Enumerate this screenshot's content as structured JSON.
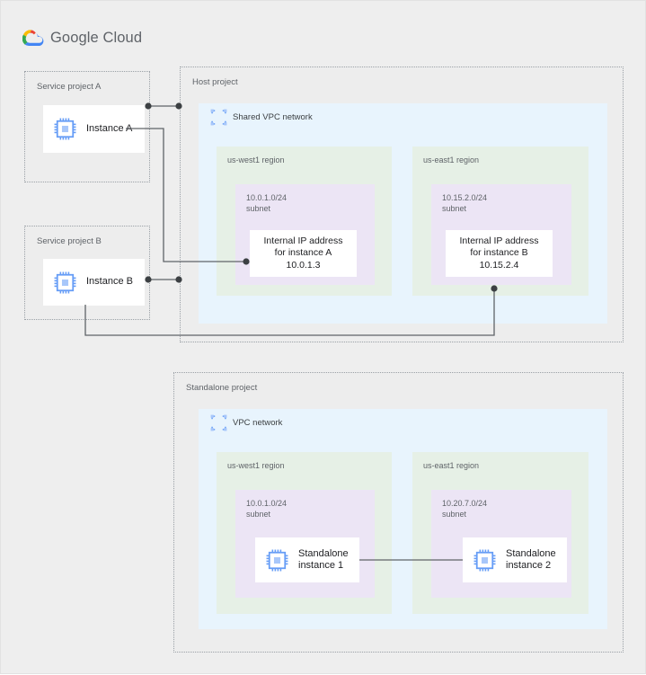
{
  "header": {
    "logo_icon": "google-cloud-logo",
    "brand_google": "Google",
    "brand_cloud": "Cloud"
  },
  "colors": {
    "page_background": "#eeeeee",
    "project_background": "#ededed",
    "project_border": "#9aa0a6",
    "vpc_background": "#e8f4fd",
    "region_background": "#e6f0e6",
    "subnet_background": "#ece5f5",
    "card_background": "#ffffff",
    "connector": "#5f6368",
    "icon_blue": "#669df6",
    "text_primary": "#202124",
    "text_secondary": "#5f6368"
  },
  "projects": {
    "service_a": {
      "label": "Service project A",
      "instance": {
        "name": "Instance A",
        "icon": "cpu-chip-icon"
      }
    },
    "service_b": {
      "label": "Service project B",
      "instance": {
        "name": "Instance B",
        "icon": "cpu-chip-icon"
      }
    },
    "host": {
      "label": "Host project",
      "network": {
        "label": "Shared VPC network",
        "icon": "vpc-network-icon",
        "regions": [
          {
            "label": "us-west1 region",
            "subnet": {
              "cidr": "10.0.1.0/24",
              "kind": "subnet",
              "label": "10.0.1.0/24\nsubnet",
              "card": "Internal IP address\nfor instance A\n10.0.1.3"
            }
          },
          {
            "label": "us-east1 region",
            "subnet": {
              "cidr": "10.15.2.0/24",
              "kind": "subnet",
              "label": "10.15.2.0/24\nsubnet",
              "card": "Internal IP address\nfor instance B\n10.15.2.4"
            }
          }
        ]
      }
    },
    "standalone": {
      "label": "Standalone project",
      "network": {
        "label": "VPC network",
        "icon": "vpc-network-icon",
        "regions": [
          {
            "label": "us-west1 region",
            "subnet": {
              "cidr": "10.0.1.0/24",
              "kind": "subnet",
              "label": "10.0.1.0/24\nsubnet",
              "instance": {
                "name": "Standalone\ninstance 1",
                "icon": "cpu-chip-icon"
              }
            }
          },
          {
            "label": "us-east1 region",
            "subnet": {
              "cidr": "10.20.7.0/24",
              "kind": "subnet",
              "label": "10.20.7.0/24\nsubnet",
              "instance": {
                "name": "Standalone\ninstance 2",
                "icon": "cpu-chip-icon"
              }
            }
          }
        ]
      }
    }
  }
}
